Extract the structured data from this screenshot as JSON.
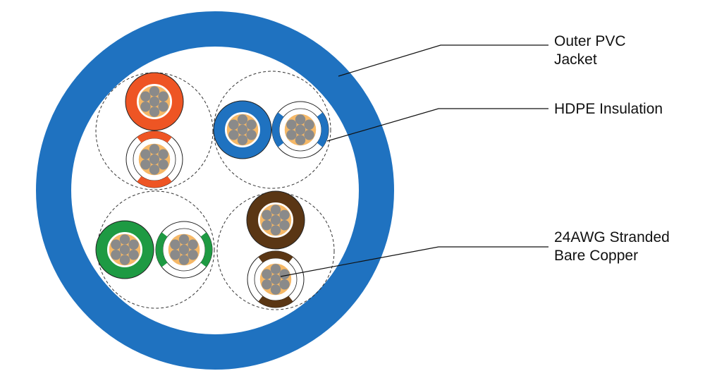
{
  "diagram": {
    "labels": {
      "jacket_line1": "Outer PVC",
      "jacket_line2": "Jacket",
      "insulation": "HDPE Insulation",
      "copper_line1": "24AWG Stranded",
      "copper_line2": "Bare Copper"
    },
    "colors": {
      "jacket": "#1f72c0",
      "orange": "#ee5524",
      "blue": "#1f72c0",
      "green": "#1e9a43",
      "brown": "#5a3614",
      "copper_fill": "#f5b867",
      "strand": "#8a8a8a",
      "line": "#111111"
    },
    "pairs": [
      {
        "color_name": "orange",
        "orientation": "vertical"
      },
      {
        "color_name": "blue",
        "orientation": "horizontal"
      },
      {
        "color_name": "green",
        "orientation": "horizontal"
      },
      {
        "color_name": "brown",
        "orientation": "vertical"
      }
    ]
  }
}
